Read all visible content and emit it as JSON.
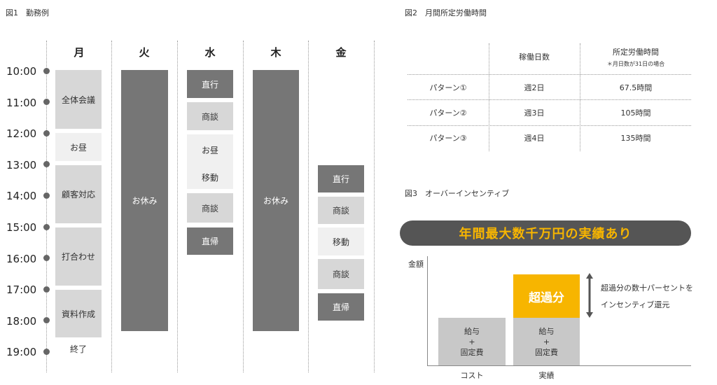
{
  "fig1": {
    "title": "図1　勤務例",
    "days": [
      "月",
      "火",
      "水",
      "木",
      "金"
    ],
    "times": [
      "10:00",
      "11:00",
      "12:00",
      "13:00",
      "14:00",
      "15:00",
      "16:00",
      "17:00",
      "18:00",
      "19:00"
    ],
    "mon": [
      "全体会議",
      "お昼",
      "顧客対応",
      "打合わせ",
      "資料作成",
      "終了"
    ],
    "tue": [
      "お休み"
    ],
    "wed": [
      "直行",
      "商談",
      "お昼",
      "移動",
      "商談",
      "直帰"
    ],
    "thu": [
      "お休み"
    ],
    "fri": [
      "直行",
      "商談",
      "移動",
      "商談",
      "直帰"
    ]
  },
  "fig2": {
    "title": "図2　月間所定労働時間",
    "headers": [
      "稼働日数",
      "所定労働時間"
    ],
    "note": "＊月日数が31日の場合",
    "rows": [
      [
        "パターン①",
        "週2日",
        "67.5時間"
      ],
      [
        "パターン②",
        "週3日",
        "105時間"
      ],
      [
        "パターン③",
        "週4日",
        "135時間"
      ]
    ]
  },
  "fig3": {
    "title": "図3　オーバーインセンティブ",
    "banner": "年間最大数千万円の実績あり",
    "ylabel": "金額",
    "cost_block": [
      "給与",
      "+",
      "固定費"
    ],
    "actual_block": [
      "給与",
      "+",
      "固定費"
    ],
    "excess": "超過分",
    "note_lines": [
      "超過分の数十パーセントを",
      "インセンティブ還元"
    ],
    "categories": [
      "コスト",
      "実績"
    ]
  },
  "colors": {
    "dark": "#767676",
    "mid": "#d7d7d7",
    "light": "#f0f0f0",
    "accent": "#f7b500",
    "banner": "#555555",
    "banner_text": "#f7b500"
  }
}
